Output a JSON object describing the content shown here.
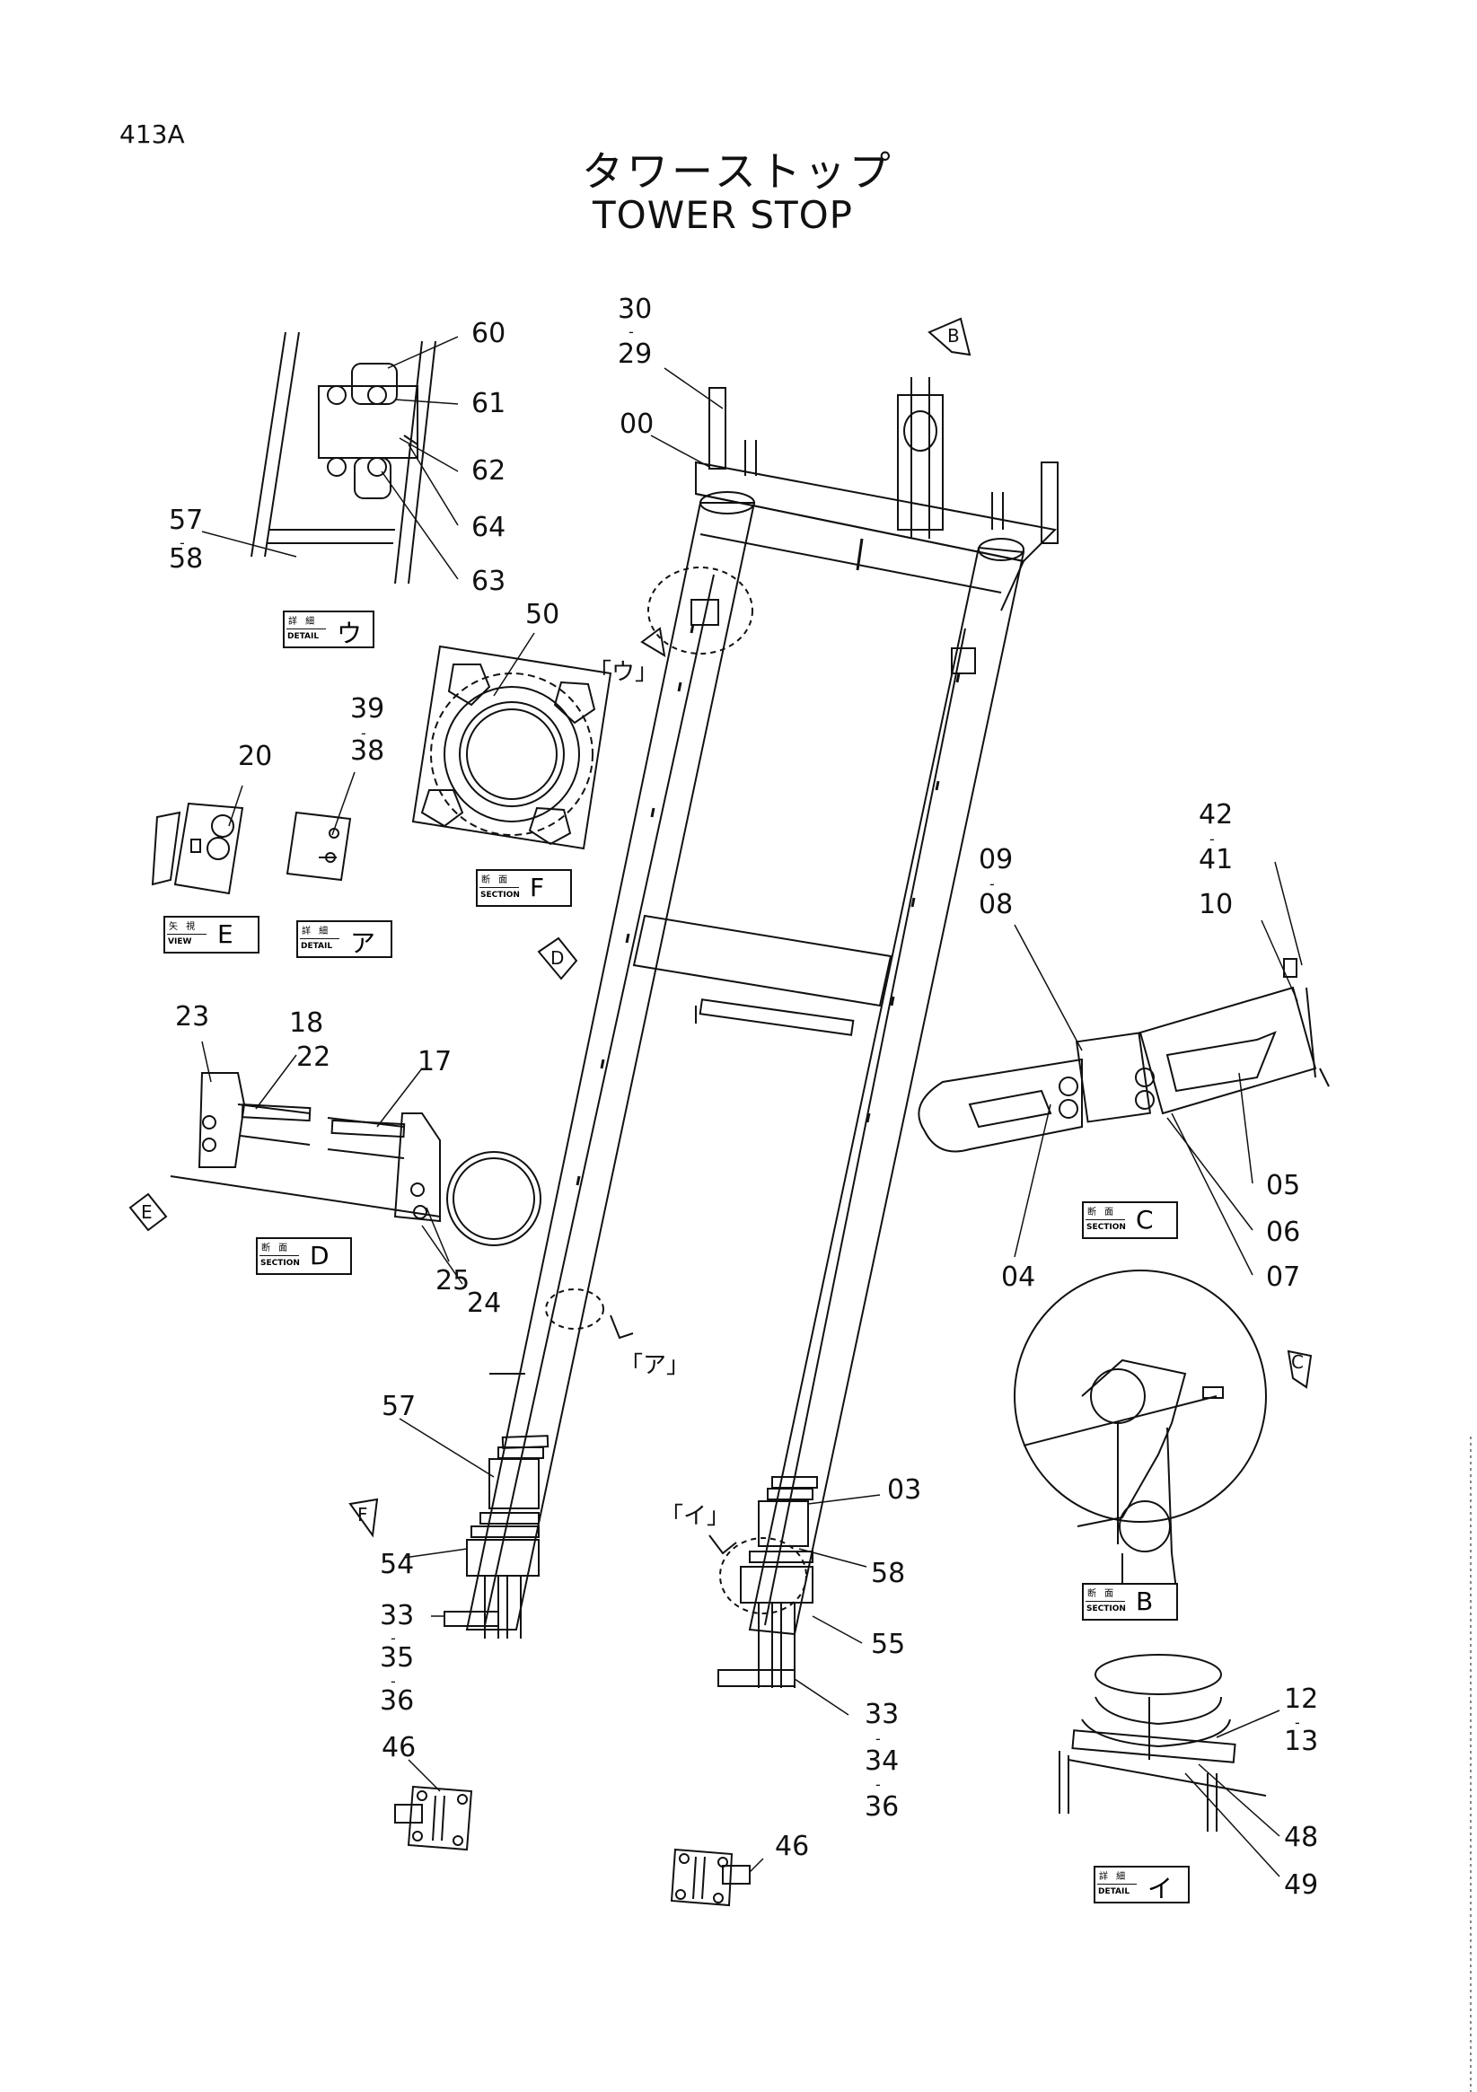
{
  "header": {
    "code": "413A",
    "title_jp": "タワーストップ",
    "title_en": "TOWER STOP"
  },
  "part_numbers": [
    {
      "id": "p-30",
      "label": "30"
    },
    {
      "id": "p-29",
      "label": "29"
    },
    {
      "id": "p-00",
      "label": "00"
    },
    {
      "id": "p-60",
      "label": "60"
    },
    {
      "id": "p-61",
      "label": "61"
    },
    {
      "id": "p-62",
      "label": "62"
    },
    {
      "id": "p-64",
      "label": "64"
    },
    {
      "id": "p-63",
      "label": "63"
    },
    {
      "id": "p-57a",
      "label": "57"
    },
    {
      "id": "p-58a",
      "label": "58"
    },
    {
      "id": "p-50",
      "label": "50"
    },
    {
      "id": "p-39",
      "label": "39"
    },
    {
      "id": "p-38",
      "label": "38"
    },
    {
      "id": "p-20",
      "label": "20"
    },
    {
      "id": "p-42",
      "label": "42"
    },
    {
      "id": "p-41",
      "label": "41"
    },
    {
      "id": "p-10",
      "label": "10"
    },
    {
      "id": "p-09",
      "label": "09"
    },
    {
      "id": "p-08",
      "label": "08"
    },
    {
      "id": "p-23",
      "label": "23"
    },
    {
      "id": "p-18",
      "label": "18"
    },
    {
      "id": "p-22",
      "label": "22"
    },
    {
      "id": "p-17",
      "label": "17"
    },
    {
      "id": "p-25",
      "label": "25"
    },
    {
      "id": "p-24",
      "label": "24"
    },
    {
      "id": "p-05",
      "label": "05"
    },
    {
      "id": "p-06",
      "label": "06"
    },
    {
      "id": "p-07",
      "label": "07"
    },
    {
      "id": "p-04",
      "label": "04"
    },
    {
      "id": "p-57b",
      "label": "57"
    },
    {
      "id": "p-03",
      "label": "03"
    },
    {
      "id": "p-58b",
      "label": "58"
    },
    {
      "id": "p-54",
      "label": "54"
    },
    {
      "id": "p-55",
      "label": "55"
    },
    {
      "id": "p-33a",
      "label": "33"
    },
    {
      "id": "p-35",
      "label": "35"
    },
    {
      "id": "p-36a",
      "label": "36"
    },
    {
      "id": "p-33b",
      "label": "33"
    },
    {
      "id": "p-34",
      "label": "34"
    },
    {
      "id": "p-36b",
      "label": "36"
    },
    {
      "id": "p-46a",
      "label": "46"
    },
    {
      "id": "p-46b",
      "label": "46"
    },
    {
      "id": "p-12",
      "label": "12"
    },
    {
      "id": "p-13",
      "label": "13"
    },
    {
      "id": "p-48",
      "label": "48"
    },
    {
      "id": "p-49",
      "label": "49"
    }
  ],
  "callouts": {
    "u": "「ウ」",
    "a": "「ア」",
    "i": "「イ」"
  },
  "view_arrows": {
    "B": "B",
    "C": "C",
    "D": "D",
    "E": "E",
    "F": "F"
  },
  "label_boxes": {
    "detail_u": {
      "k1": "詳 細",
      "k2": "DETAIL",
      "sym": "ウ"
    },
    "view_e": {
      "k1": "矢 視",
      "k2": "VIEW",
      "sym": "E"
    },
    "detail_a": {
      "k1": "詳 細",
      "k2": "DETAIL",
      "sym": "ア"
    },
    "section_f": {
      "k1": "断 面",
      "k2": "SECTION",
      "sym": "F"
    },
    "section_d": {
      "k1": "断 面",
      "k2": "SECTION",
      "sym": "D"
    },
    "section_c": {
      "k1": "断 面",
      "k2": "SECTION",
      "sym": "C"
    },
    "section_b": {
      "k1": "断 面",
      "k2": "SECTION",
      "sym": "B"
    },
    "detail_i": {
      "k1": "詳 細",
      "k2": "DETAIL",
      "sym": "イ"
    }
  }
}
